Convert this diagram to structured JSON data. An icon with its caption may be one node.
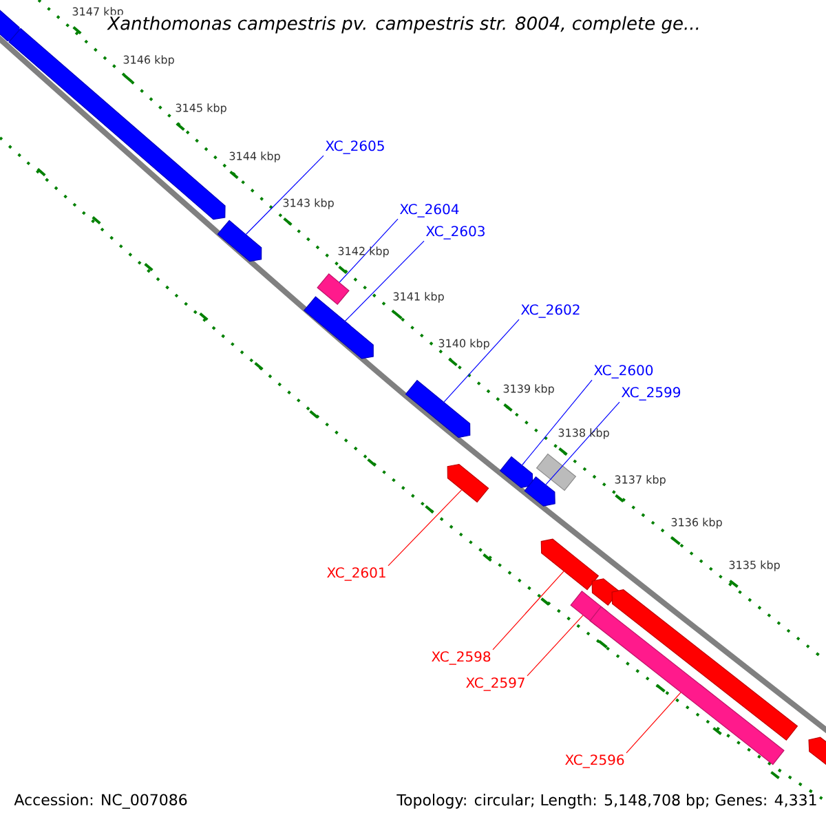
{
  "diagram": {
    "title": "*Xanthomonas campestris* pv. *campestris* str. 8004, complete ge...",
    "nodes": [
      {
        "text": [
          "XC_2605"
        ]
      },
      {
        "text": [
          "XC_2604"
        ]
      },
      {
        "text": [
          "XC_2603"
        ]
      },
      {
        "text": [
          "XC_2602"
        ]
      },
      {
        "text": [
          "XC_2600"
        ]
      },
      {
        "text": [
          "XC_2599"
        ]
      },
      {
        "text": [
          "XC_2601"
        ]
      },
      {
        "text": [
          "XC_2598"
        ]
      },
      {
        "text": [
          "XC_2597"
        ]
      },
      {
        "text": [
          "XC_2596"
        ]
      },
      {
        "text": [],
        "shape": "bar"
      },
      {
        "text": [],
        "shape": "box"
      },
      {
        "text": [],
        "shape": "bar"
      },
      {
        "text": [],
        "shape": "bar"
      },
      {
        "text": [],
        "shape": "bar"
      },
      {
        "text": [],
        "shape": "bar"
      },
      {
        "text": [],
        "shape": "bar"
      },
      {
        "text": [],
        "shape": "bar"
      },
      {
        "text": [],
        "shape": "box"
      },
      {
        "text": [],
        "shape": "box"
      },
      {
        "text": [],
        "shape": "bar"
      },
      {
        "text": [],
        "shape": "bar"
      },
      {
        "text": [],
        "shape": "box"
      },
      {
        "text": [],
        "shape": "bar"
      },
      {
        "text": [],
        "shape": "bar"
      },
      {
        "text": [],
        "shape": "bar"
      }
    ],
    "edges": [
      {
        "from": 0,
        "to": 10,
        "arrow": "none"
      },
      {
        "from": 1,
        "to": 11,
        "arrow": "none"
      },
      {
        "from": 2,
        "to": 12,
        "arrow": "none"
      },
      {
        "from": 3,
        "to": 13,
        "arrow": "none"
      },
      {
        "from": 4,
        "to": 14,
        "arrow": "none"
      },
      {
        "from": 5,
        "to": 15,
        "arrow": "none"
      },
      {
        "from": 6,
        "to": 16,
        "arrow": "none",
        "color": "#ff0000"
      },
      {
        "from": 7,
        "to": 17,
        "arrow": "none",
        "color": "#ff0000"
      },
      {
        "from": 8,
        "to": 18,
        "arrow": "none",
        "color": "#ff0000"
      },
      {
        "from": 9,
        "to": 19,
        "arrow": "none",
        "color": "#ff0000"
      }
    ],
    "labels": [
      "3147 kbp",
      "3146 kbp",
      "3145 kbp",
      "3144 kbp",
      "3143 kbp",
      "3142 kbp",
      "3141 kbp",
      "3140 kbp",
      "3139 kbp",
      "3138 kbp",
      "3137 kbp",
      "3136 kbp",
      "3135 kbp",
      "Accession: NC_007086",
      "Topology: circular; Length: 5,148,708 bp; Genes: 4,331"
    ]
  }
}
